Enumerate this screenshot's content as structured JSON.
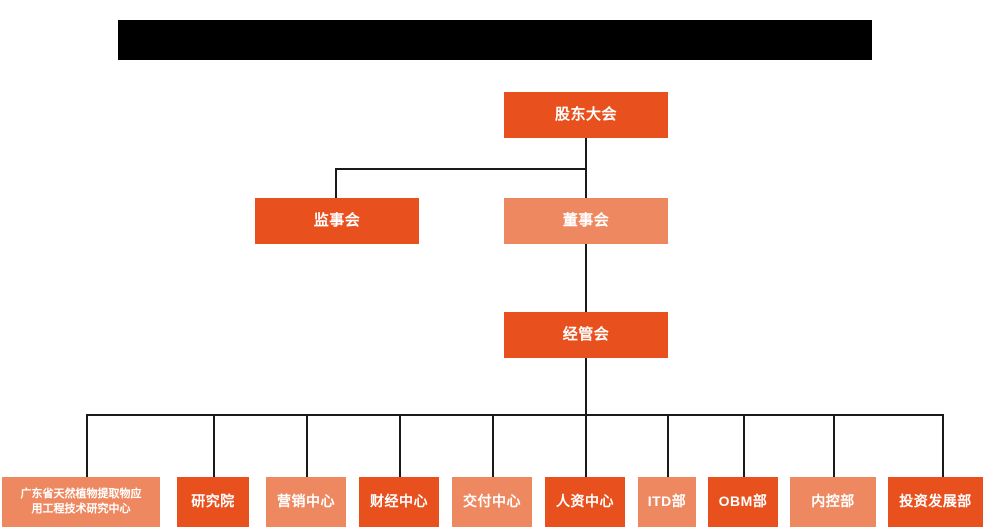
{
  "chart": {
    "title_bar": {
      "name": "redaction-bar",
      "text": "",
      "color": "#000000"
    },
    "colors": {
      "bright_orange": "#e8501e",
      "salmon_orange": "#ee8861",
      "line": "#1a1a1a",
      "text": "#ffffff",
      "background": "#ffffff"
    },
    "levels": {
      "level1": [
        {
          "label": "股东大会",
          "tone": "bright"
        }
      ],
      "level2": [
        {
          "label": "监事会",
          "tone": "bright"
        },
        {
          "label": "董事会",
          "tone": "salmon"
        }
      ],
      "level3": [
        {
          "label": "经管会",
          "tone": "bright"
        }
      ],
      "level4": [
        {
          "label": "广东省天然植物提取物应用工程技术研究中心",
          "line1": "广东省天然植物提取物应",
          "line2": "用工程技术研究中心",
          "tone": "salmon"
        },
        {
          "label": "研究院",
          "tone": "bright"
        },
        {
          "label": "营销中心",
          "tone": "salmon"
        },
        {
          "label": "财经中心",
          "tone": "bright"
        },
        {
          "label": "交付中心",
          "tone": "salmon"
        },
        {
          "label": "人资中心",
          "tone": "bright"
        },
        {
          "label": "ITD部",
          "tone": "salmon"
        },
        {
          "label": "OBM部",
          "tone": "bright"
        },
        {
          "label": "内控部",
          "tone": "salmon"
        },
        {
          "label": "投资发展部",
          "tone": "bright"
        }
      ]
    }
  }
}
